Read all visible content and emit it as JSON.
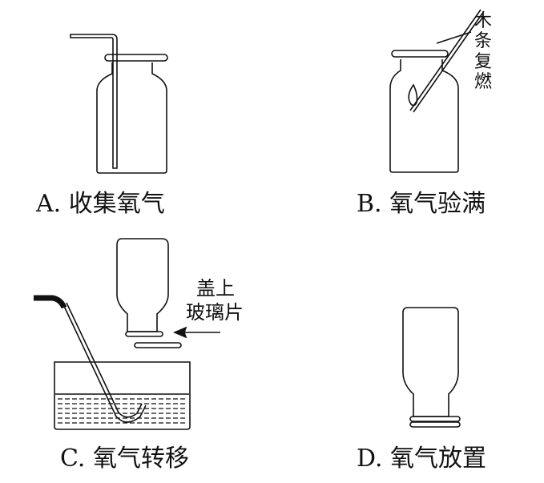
{
  "panels": {
    "a": {
      "caption": "A. 收集氧气"
    },
    "b": {
      "caption": "B. 氧气验满",
      "annotation": "木条复燃"
    },
    "c": {
      "caption": "C. 氧气转移",
      "annotation_line1": "盖上",
      "annotation_line2": "玻璃片"
    },
    "d": {
      "caption": "D. 氧气放置"
    }
  }
}
